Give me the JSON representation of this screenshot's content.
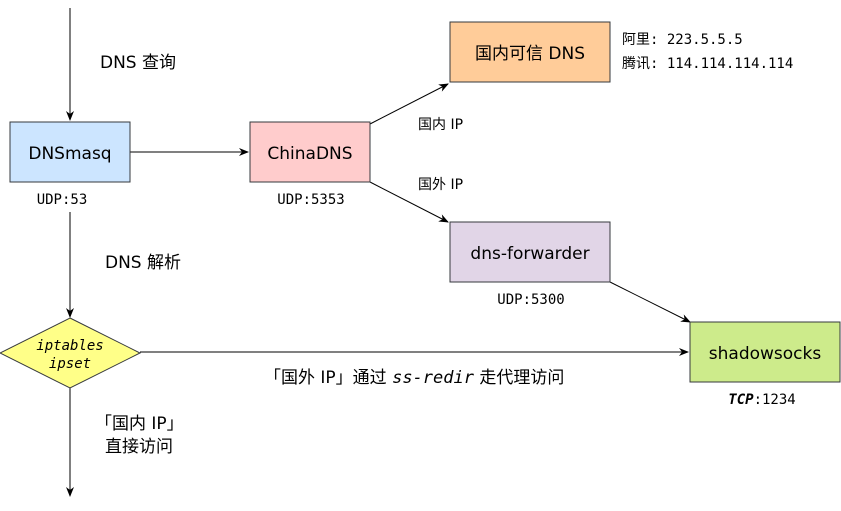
{
  "labels": {
    "dns_query": "DNS 查询",
    "dns_resolve": "DNS 解析",
    "domestic_ip_edge": "国内 IP",
    "foreign_ip_edge": "国外 IP",
    "direct_line1": "「国内 IP」",
    "direct_line2": "直接访问",
    "foreign_via_pre": "「国外 IP」通过 ",
    "foreign_via_mono": "ss-redir",
    "foreign_via_post": " 走代理访问"
  },
  "nodes": {
    "dnsmasq": {
      "label": "DNSmasq",
      "port": "UDP:53",
      "fill": "#cce5ff",
      "stroke": "#36393d"
    },
    "chinadns": {
      "label": "ChinaDNS",
      "port": "UDP:5353",
      "fill": "#ffcccc",
      "stroke": "#36393d"
    },
    "trusted_dns": {
      "label": "国内可信 DNS",
      "fill": "#ffcc99",
      "stroke": "#36393d"
    },
    "dns_forwarder": {
      "label": "dns-forwarder",
      "port": "UDP:5300",
      "fill": "#e1d5e7",
      "stroke": "#36393d"
    },
    "shadowsocks": {
      "label": "shadowsocks",
      "port_proto": "TCP",
      "port_num": ":1234",
      "fill": "#cdeb8b",
      "stroke": "#36393d"
    },
    "iptables": {
      "line1": "iptables",
      "line2": "ipset",
      "fill": "#ffff88",
      "stroke": "#36393d"
    }
  },
  "dns_servers": [
    {
      "name": "阿里: ",
      "ip": "223.5.5.5"
    },
    {
      "name": "腾讯: ",
      "ip": "114.114.114.114"
    }
  ]
}
